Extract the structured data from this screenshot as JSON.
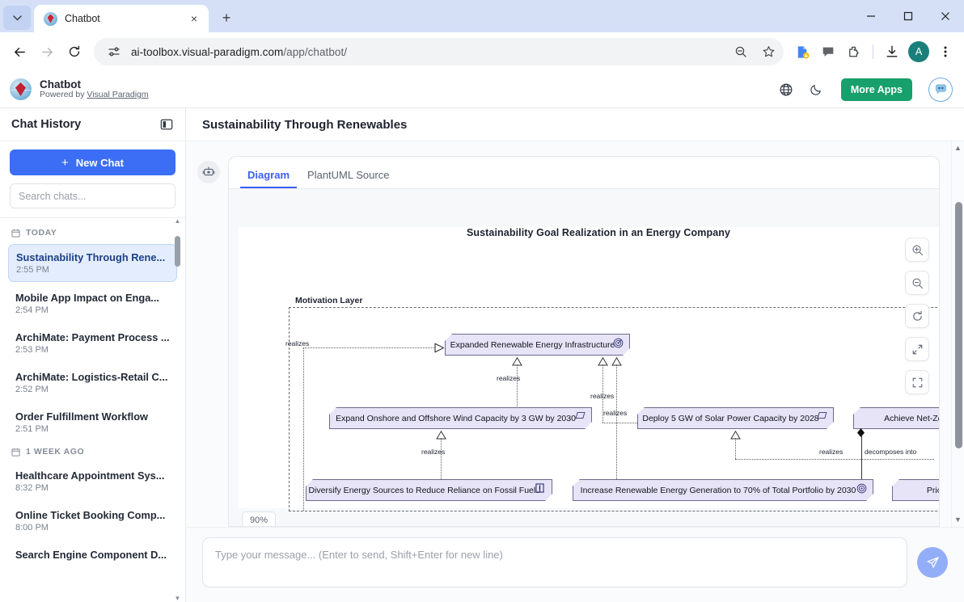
{
  "browser": {
    "tab": {
      "title": "Chatbot",
      "favicon": "visual-paradigm-globe-icon",
      "close": "×"
    },
    "new_tab_label": "+",
    "url_host": "ai-toolbox.visual-paradigm.com",
    "url_path": "/app/chatbot/",
    "window_controls": {
      "minimize": "minimize-icon",
      "maximize": "maximize-icon",
      "close": "close-icon"
    },
    "toolbar_icons": [
      "back-icon",
      "forward-icon",
      "reload-icon",
      "site-settings-icon",
      "zoom-out-page-icon",
      "bookmark-star-icon",
      "extension-doc-icon",
      "comment-icon",
      "extensions-puzzle-icon",
      "download-icon",
      "profile-avatar",
      "chrome-menu-icon"
    ],
    "profile_initial": "A"
  },
  "app_header": {
    "title": "Chatbot",
    "subtitle_prefix": "Powered by ",
    "subtitle_link": "Visual Paradigm",
    "language_icon": "globe-icon",
    "theme_icon": "moon-icon",
    "more_apps_label": "More Apps",
    "bot_avatar": "chatbot-avatar-icon"
  },
  "sidebar": {
    "title": "Chat History",
    "collapse_icon": "panel-collapse-icon",
    "new_chat_label": "New Chat",
    "new_chat_plus": "+",
    "search_placeholder": "Search chats...",
    "groups": [
      {
        "label": "TODAY",
        "icon": "calendar-icon",
        "items": [
          {
            "name": "Sustainability Through Rene...",
            "time": "2:55 PM",
            "active": true
          },
          {
            "name": "Mobile App Impact on Enga...",
            "time": "2:54 PM",
            "active": false
          },
          {
            "name": "ArchiMate: Payment Process ...",
            "time": "2:53 PM",
            "active": false
          },
          {
            "name": "ArchiMate: Logistics-Retail C...",
            "time": "2:52 PM",
            "active": false
          },
          {
            "name": "Order Fulfillment Workflow",
            "time": "2:51 PM",
            "active": false
          }
        ]
      },
      {
        "label": "1 WEEK AGO",
        "icon": "calendar-icon",
        "items": [
          {
            "name": "Healthcare Appointment Sys...",
            "time": "8:32 PM",
            "active": false
          },
          {
            "name": "Online Ticket Booking Comp...",
            "time": "8:00 PM",
            "active": false
          },
          {
            "name": "Search Engine Component D...",
            "time": "",
            "active": false
          }
        ]
      }
    ]
  },
  "main": {
    "page_title": "Sustainability Through Renewables",
    "message_avatar": "robot-icon",
    "tabs": [
      {
        "label": "Diagram",
        "active": true
      },
      {
        "label": "PlantUML Source",
        "active": false
      }
    ],
    "zoom_level": "90%",
    "controls": [
      {
        "name": "zoom-in-icon"
      },
      {
        "name": "zoom-out-icon"
      },
      {
        "name": "reset-rotate-icon"
      },
      {
        "name": "expand-icon"
      },
      {
        "name": "fit-screen-icon"
      }
    ]
  },
  "diagram": {
    "title": "Sustainability Goal Realization in an Energy Company",
    "layer_label": "Motivation Layer",
    "nodes": [
      {
        "id": "n1",
        "label": "Expanded Renewable Energy Infrastructure",
        "icon": "goal-icon"
      },
      {
        "id": "n2",
        "label": "Expand Onshore and Offshore Wind Capacity by 3 GW by 2030",
        "icon": "outcome-icon"
      },
      {
        "id": "n3",
        "label": "Deploy 5 GW of Solar Power Capacity by 2028",
        "icon": "outcome-icon"
      },
      {
        "id": "n4",
        "label": "Achieve Net-Zero",
        "icon": "goal-icon"
      },
      {
        "id": "n5",
        "label": "Diversify Energy Sources to Reduce Reliance on Fossil Fuels",
        "icon": "principle-icon"
      },
      {
        "id": "n6",
        "label": "Increase Renewable Energy Generation to 70% of Total Portfolio by 2030",
        "icon": "goal-icon"
      },
      {
        "id": "n7",
        "label": "Prior",
        "icon": ""
      }
    ],
    "edge_labels": {
      "realizes": "realizes",
      "decomposes": "decomposes into"
    }
  },
  "composer": {
    "placeholder": "Type your message... (Enter to send, Shift+Enter for new line)",
    "send_icon": "send-icon"
  }
}
